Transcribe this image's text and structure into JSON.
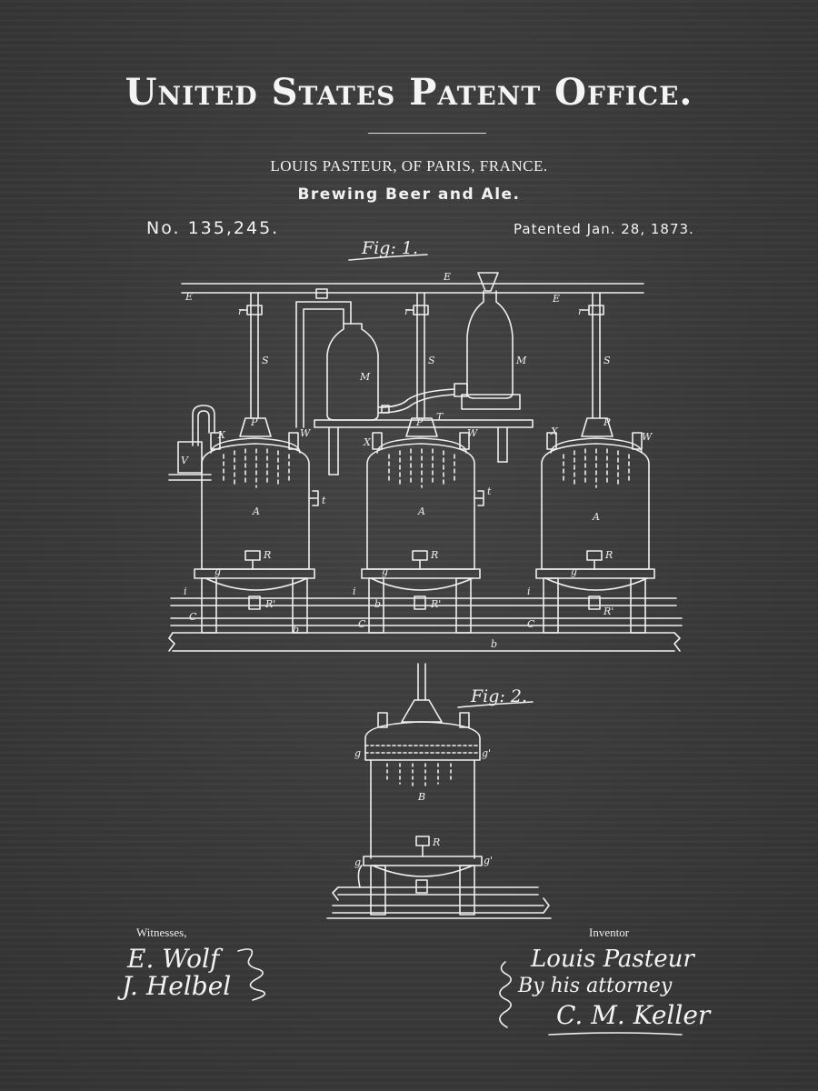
{
  "header": {
    "title": "United States Patent Office.",
    "inventor_line": "LOUIS PASTEUR, OF PARIS, FRANCE.",
    "subject": "Brewing Beer and Ale.",
    "patent_number": "No. 135,245.",
    "patent_date": "Patented Jan. 28, 1873."
  },
  "figures": {
    "fig1_label": "Fig: 1.",
    "fig2_label": "Fig: 2."
  },
  "labels": {
    "E": "E",
    "r": "r",
    "S": "S",
    "M": "M",
    "T": "T",
    "P": "P",
    "W": "W",
    "X": "X",
    "V": "V",
    "A": "A",
    "B": "B",
    "R": "R",
    "R_prime": "R'",
    "g": "g",
    "g_prime": "g'",
    "i": "i",
    "t": "t",
    "c": "C",
    "b": "b"
  },
  "signatures": {
    "witnesses_label": "Witnesses,",
    "witness1": "E. Wolf",
    "witness2": "J. Helbel",
    "inventor_label": "Inventor",
    "inventor_name": "Louis Pasteur",
    "by_attorney": "By his attorney",
    "attorney_name": "C. M. Keller"
  },
  "colors": {
    "background": "#3a3a3a",
    "ink": "#f2f2f2"
  }
}
